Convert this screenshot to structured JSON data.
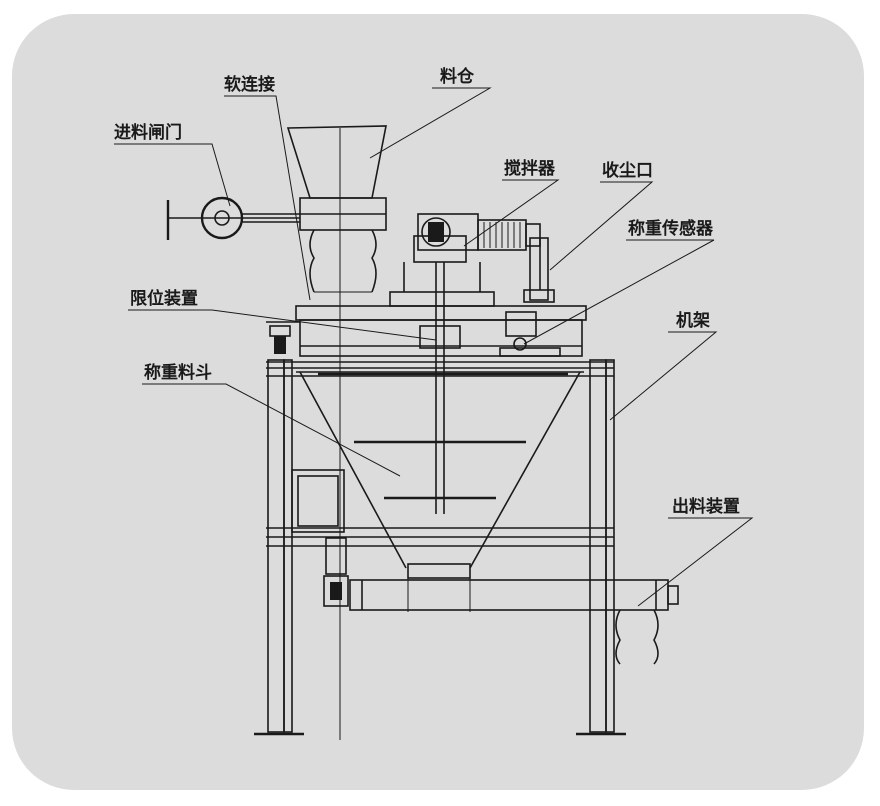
{
  "colors": {
    "panel_bg": "#dcdcdc",
    "ink": "#1a1a1a"
  },
  "labels": {
    "soft_connection": "软连接",
    "silo": "料仓",
    "feed_valve": "进料闸门",
    "mixer": "搅拌器",
    "dust_port": "收尘口",
    "load_cell": "称重传感器",
    "limit_device": "限位装置",
    "frame": "机架",
    "weigh_hopper": "称重料斗",
    "discharge_device": "出料装置"
  }
}
